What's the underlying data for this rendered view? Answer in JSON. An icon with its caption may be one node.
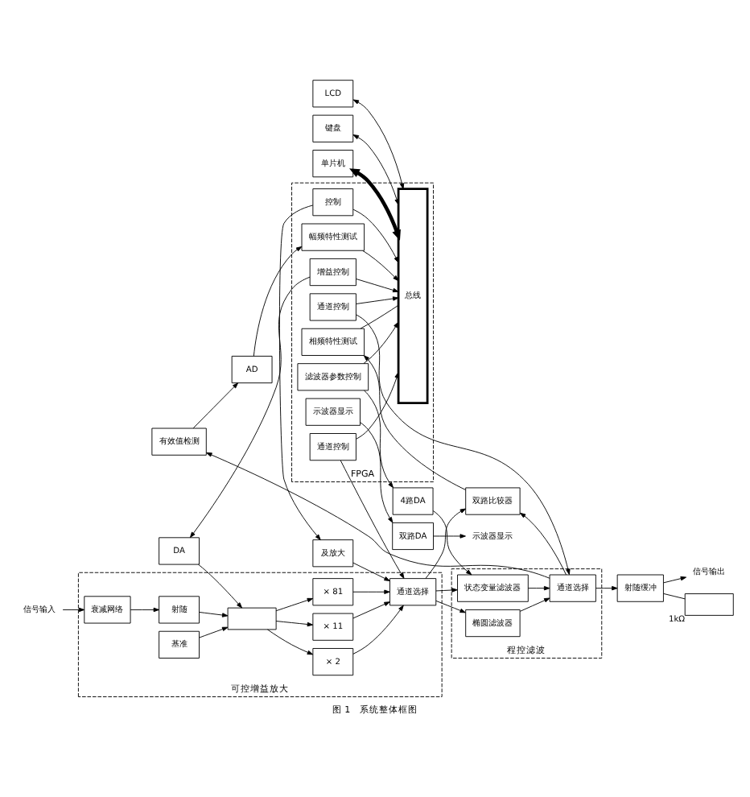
{
  "diagram": {
    "caption": "图 1　系统整体框图",
    "nodes": [
      {
        "text": [
          "FPGA"
        ]
      },
      {
        "text": [
          "可控增益放大"
        ]
      },
      {
        "text": [
          "程控滤波"
        ]
      },
      {
        "text": [
          "总线"
        ],
        "in": 0
      },
      {
        "text": [
          "增益控制"
        ],
        "in": 0
      },
      {
        "text": [
          "控制"
        ],
        "in": 0
      },
      {
        "text": [
          "通道控制"
        ],
        "in": 0
      },
      {
        "text": [
          "滤波器参数控制"
        ],
        "in": 0
      },
      {
        "text": [
          "通道控制"
        ],
        "in": 0
      },
      {
        "text": [
          "幅频特性测试"
        ],
        "in": 0
      },
      {
        "text": [
          "相频特性测试"
        ],
        "in": 0
      },
      {
        "text": [
          "示波器显示"
        ],
        "in": 0
      },
      {
        "text": [
          "键盘"
        ]
      },
      {
        "text": [
          "单片机"
        ]
      },
      {
        "text": [
          "LCD"
        ]
      },
      {
        "text": [
          "DA"
        ]
      },
      {
        "text": [
          "及放大"
        ]
      },
      {
        "text": [
          "4路DA"
        ]
      },
      {
        "text": [
          "AD"
        ]
      },
      {
        "text": [
          "双路DA"
        ]
      },
      {
        "text": [
          "示波器显示"
        ]
      },
      {
        "text": [
          "信号输入"
        ]
      },
      {
        "text": [
          "衰减网络"
        ],
        "in": 1
      },
      {
        "text": [
          "射随"
        ],
        "in": 1
      },
      {
        "text": [],
        "shape": "box",
        "in": 1
      },
      {
        "text": [
          "基准"
        ],
        "in": 1
      },
      {
        "text": [
          "× 2"
        ],
        "in": 1
      },
      {
        "text": [
          "× 11"
        ],
        "in": 1
      },
      {
        "text": [
          "× 81"
        ],
        "in": 1
      },
      {
        "text": [
          "通道选择"
        ],
        "in": 1
      },
      {
        "text": [
          "状态变量滤波器"
        ],
        "in": 2
      },
      {
        "text": [
          "椭圆滤波器"
        ],
        "in": 2
      },
      {
        "text": [
          "通道选择"
        ],
        "in": 2
      },
      {
        "text": [
          "有效值检测"
        ]
      },
      {
        "text": [
          "射随缓冲"
        ]
      },
      {
        "text": [
          "双路比较器"
        ]
      },
      {
        "text": [
          "信号输出"
        ]
      },
      {
        "text": [],
        "shape": "box",
        "beside": [
          "1kΩ"
        ]
      }
    ],
    "edges": [
      {
        "from": 4,
        "to": 3,
        "arrow": "to"
      },
      {
        "from": 4,
        "to": 15,
        "arrow": "to"
      },
      {
        "from": 5,
        "to": 3,
        "arrow": "to"
      },
      {
        "from": 5,
        "to": 16,
        "arrow": "to"
      },
      {
        "from": 6,
        "to": 3,
        "arrow": "to"
      },
      {
        "from": 6,
        "to": 29,
        "arrow": "to"
      },
      {
        "from": 7,
        "to": 3,
        "arrow": "to"
      },
      {
        "from": 7,
        "to": 17,
        "arrow": "to"
      },
      {
        "from": 8,
        "to": 3,
        "arrow": "to"
      },
      {
        "from": 8,
        "to": 32,
        "arrow": "to"
      },
      {
        "from": 9,
        "to": 3,
        "arrow": "to"
      },
      {
        "from": 18,
        "to": 9,
        "arrow": "to"
      },
      {
        "from": 10,
        "to": 3,
        "arrow": "none"
      },
      {
        "from": 35,
        "to": 10,
        "arrow": "to"
      },
      {
        "from": 11,
        "to": 19,
        "arrow": "to"
      },
      {
        "from": 19,
        "to": 20,
        "arrow": "to"
      },
      {
        "from": 12,
        "to": 3,
        "arrow": "both"
      },
      {
        "from": 13,
        "to": 3,
        "arrow": "both",
        "style": "thick"
      },
      {
        "from": 14,
        "to": 3,
        "arrow": "both"
      },
      {
        "from": 15,
        "to": 24,
        "arrow": "to"
      },
      {
        "from": 16,
        "to": 29,
        "arrow": "to"
      },
      {
        "from": 21,
        "to": 22,
        "arrow": "to"
      },
      {
        "from": 22,
        "to": 23,
        "arrow": "to"
      },
      {
        "from": 23,
        "to": 24,
        "arrow": "to"
      },
      {
        "from": 25,
        "to": 24,
        "arrow": "to"
      },
      {
        "from": 24,
        "to": 26,
        "arrow": "to"
      },
      {
        "from": 24,
        "to": 27,
        "arrow": "to"
      },
      {
        "from": 24,
        "to": 28,
        "arrow": "to"
      },
      {
        "from": 26,
        "to": 29,
        "arrow": "to"
      },
      {
        "from": 27,
        "to": 29,
        "arrow": "to"
      },
      {
        "from": 28,
        "to": 29,
        "arrow": "to"
      },
      {
        "from": 17,
        "to": 30,
        "arrow": "to"
      },
      {
        "from": 29,
        "to": 30,
        "arrow": "to"
      },
      {
        "from": 29,
        "to": 31,
        "arrow": "to"
      },
      {
        "from": 29,
        "to": 35,
        "arrow": "to"
      },
      {
        "from": 30,
        "to": 32,
        "arrow": "to"
      },
      {
        "from": 31,
        "to": 32,
        "arrow": "to"
      },
      {
        "from": 32,
        "to": 33,
        "arrow": "to"
      },
      {
        "from": 32,
        "to": 34,
        "arrow": "to"
      },
      {
        "from": 32,
        "to": 35,
        "arrow": "to"
      },
      {
        "from": 33,
        "to": 18,
        "arrow": "to"
      },
      {
        "from": 34,
        "to": 36,
        "arrow": "to"
      },
      {
        "from": 34,
        "to": 37,
        "arrow": "none"
      }
    ]
  }
}
